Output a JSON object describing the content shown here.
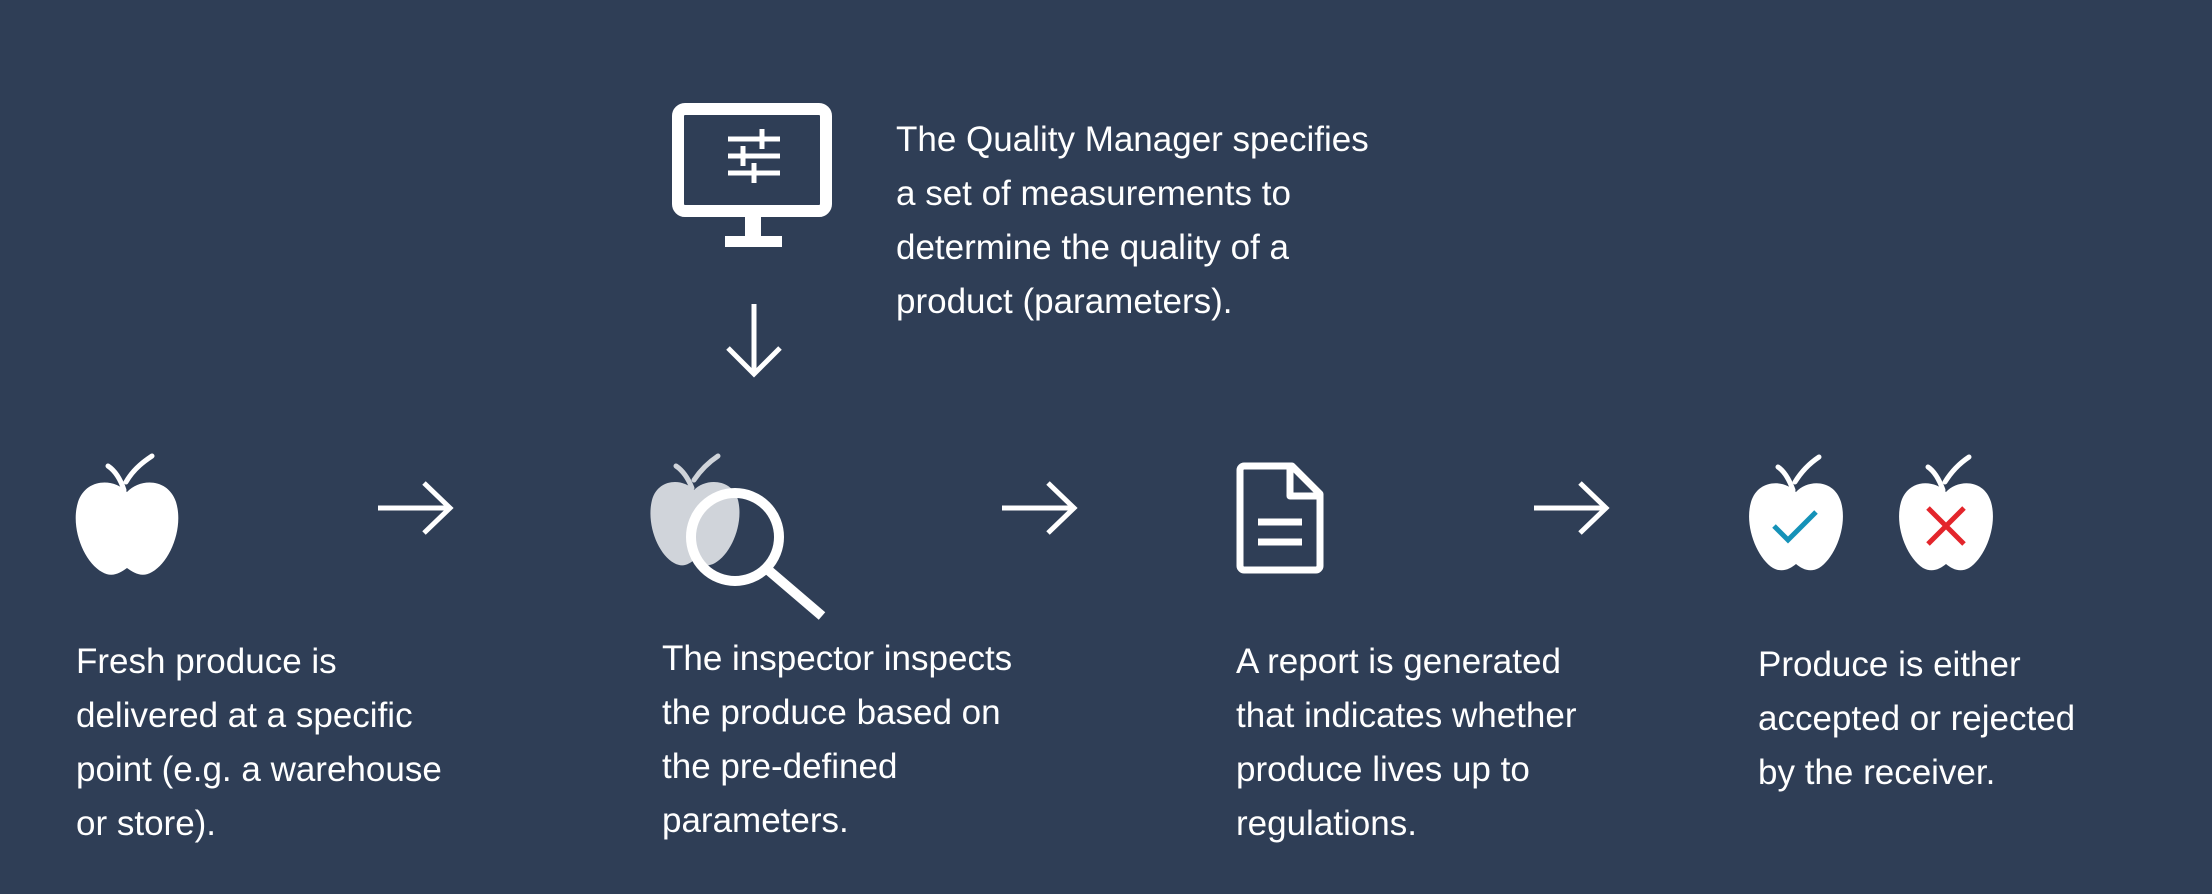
{
  "colors": {
    "background": "#2f3e56",
    "foreground": "#ffffff",
    "faded_apple": "#d0d4da",
    "accept_check": "#1592b8",
    "reject_cross": "#e3252b"
  },
  "icons": {
    "monitor": "monitor-settings-icon",
    "down_arrow": "arrow-down-icon",
    "apple": "apple-icon",
    "inspect": "apple-magnifier-icon",
    "report": "document-icon",
    "accepted": "apple-check-icon",
    "rejected": "apple-cross-icon",
    "step_arrow": "arrow-right-icon"
  },
  "manager": {
    "lines": [
      "The Quality Manager specifies",
      "a set of measurements to",
      "determine the quality of a",
      "product (parameters)."
    ]
  },
  "steps": [
    {
      "lines": [
        "Fresh produce is",
        "delivered at a specific",
        "point (e.g. a warehouse",
        "or store)."
      ]
    },
    {
      "lines": [
        "The inspector inspects",
        "the produce based on",
        "the pre-defined",
        "parameters."
      ]
    },
    {
      "lines": [
        "A report is generated",
        "that indicates whether",
        "produce lives up to",
        "regulations."
      ]
    },
    {
      "lines": [
        "Produce is either",
        "accepted or rejected",
        "by the receiver."
      ]
    }
  ]
}
